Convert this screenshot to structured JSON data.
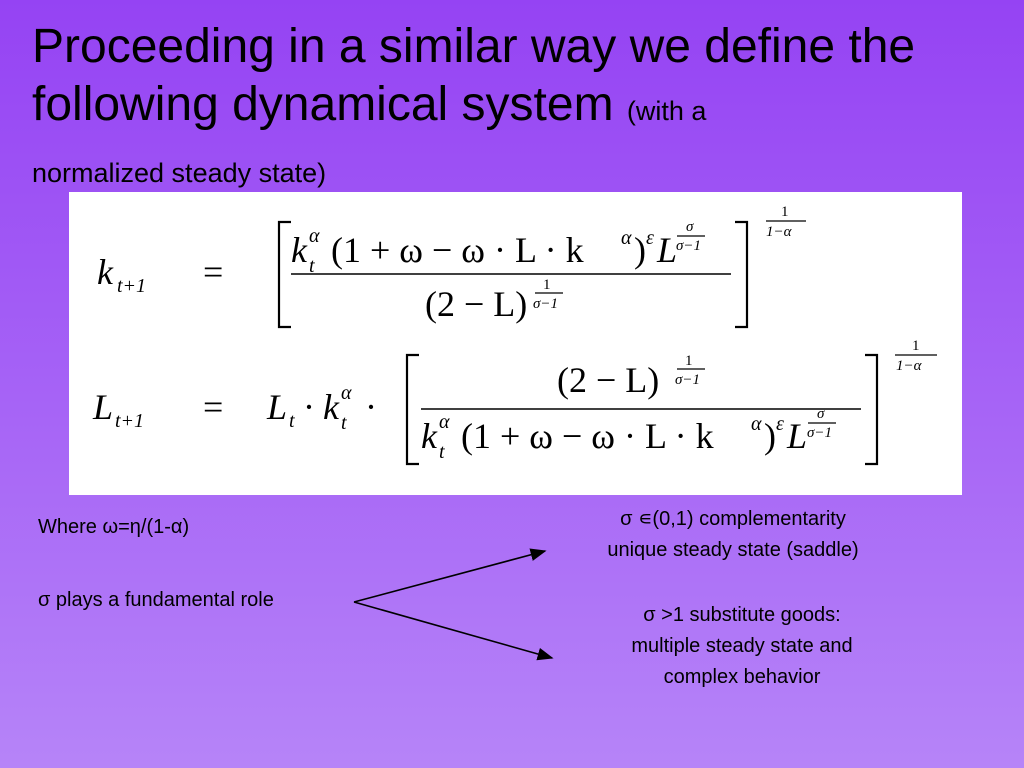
{
  "slide": {
    "title_main": "Proceeding in a similar way we define the following dynamical system",
    "title_aside_1": "(with a",
    "title_aside_2": "normalized steady state)"
  },
  "equations": {
    "eq1_lhs": "k",
    "eq1_lhs_sub": "t+1",
    "eq2_lhs": "L",
    "eq2_lhs_sub": "t+1",
    "equals": "=",
    "numerator_k": "k",
    "numerator_body": "(1 + ω − ω · L · k",
    "numerator_close": ")",
    "epsilon": "ε",
    "L": "L",
    "sigma_frac_num": "σ",
    "sigma_frac_den": "σ−1",
    "denominator_body": "(2 − L)",
    "one": "1",
    "sigma_minus_one": "σ−1",
    "outer_exp_num": "1",
    "outer_exp_den": "1−α",
    "alpha": "α",
    "t": "t",
    "L_t": "L",
    "dot": "·"
  },
  "notes": {
    "where": "Where ω=η/(1-α)",
    "sigma_role": "σ plays a fundamental role",
    "case1_line1": "σ ∊(0,1) complementarity",
    "case1_line2": "unique steady state (saddle)",
    "case2_line1": "σ >1 substitute goods:",
    "case2_line2": "multiple steady state and",
    "case2_line3": "complex behavior"
  }
}
